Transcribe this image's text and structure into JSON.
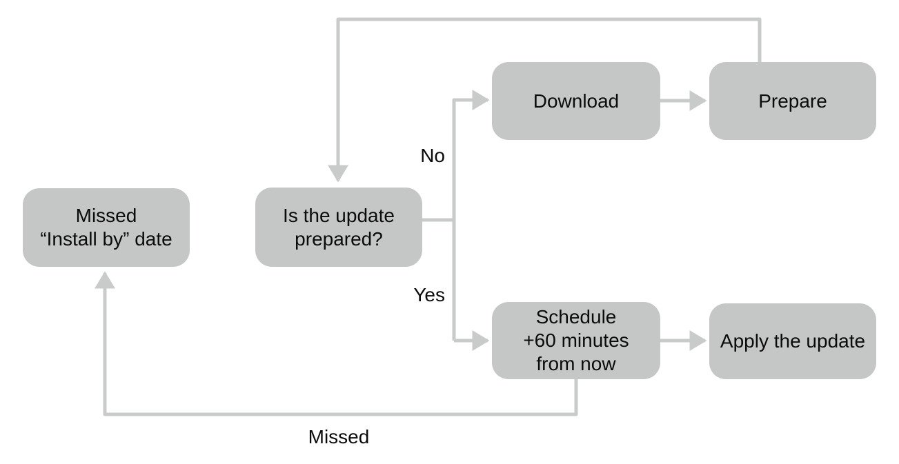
{
  "diagram": {
    "nodes": {
      "missed_install_by": {
        "label": "Missed\n“Install by” date"
      },
      "is_update_prepared": {
        "label": "Is the update\nprepared?"
      },
      "download": {
        "label": "Download"
      },
      "prepare": {
        "label": "Prepare"
      },
      "schedule": {
        "label": "Schedule\n+60 minutes\nfrom now"
      },
      "apply_update": {
        "label": "Apply the update"
      }
    },
    "edge_labels": {
      "no": "No",
      "yes": "Yes",
      "missed": "Missed"
    },
    "colors": {
      "node_fill": "#c5c6c6",
      "connector": "#c9cbcb",
      "text": "#0b0b0b",
      "background": "#ffffff"
    }
  }
}
